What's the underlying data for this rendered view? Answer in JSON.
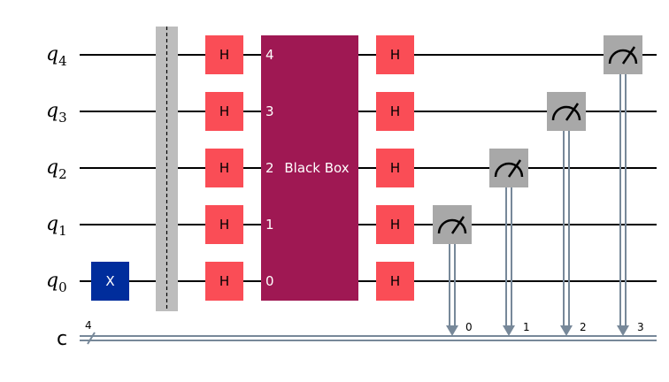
{
  "circuit": {
    "qubits": [
      {
        "name": "q",
        "index": "4"
      },
      {
        "name": "q",
        "index": "3"
      },
      {
        "name": "q",
        "index": "2"
      },
      {
        "name": "q",
        "index": "1"
      },
      {
        "name": "q",
        "index": "0"
      }
    ],
    "classical": {
      "name": "c",
      "width_label": "4"
    },
    "gates": {
      "x_label": "X",
      "h_label": "H",
      "black_box_label": "Black Box",
      "black_box_pins": [
        "4",
        "3",
        "2",
        "1",
        "0"
      ]
    },
    "measurements": [
      {
        "qubit": "1",
        "bit": "0"
      },
      {
        "qubit": "2",
        "bit": "1"
      },
      {
        "qubit": "3",
        "bit": "2"
      },
      {
        "qubit": "4",
        "bit": "3"
      }
    ],
    "colors": {
      "x_gate": "#002D9C",
      "h_gate": "#FA4D56",
      "black_box": "#9F1853",
      "measure": "#A8A8A8",
      "barrier": "#BDBDBD",
      "classical_wire": "#778899",
      "wire": "#000000"
    }
  }
}
